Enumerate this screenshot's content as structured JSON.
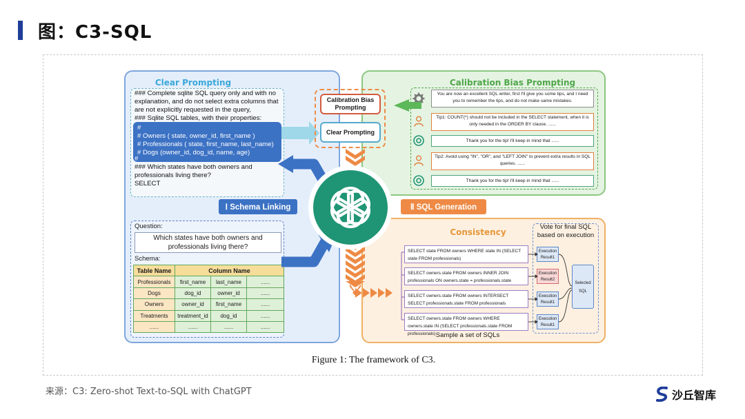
{
  "slide": {
    "title": "图：C3-SQL",
    "source": "来源：C3: Zero-shot Text-to-SQL with ChatGPT",
    "brand": "沙丘智库"
  },
  "figure": {
    "caption": "Figure 1: The framework of C3.",
    "clear_prompting": {
      "title": "Clear Prompting",
      "prompt_lines": [
        "### Complete sqlite SQL query only and with no",
        "explanation, and do not select extra columns that",
        "are not explicitly requested in the query,",
        "### Sqlite SQL tables, with their properties:"
      ],
      "schema_lines": [
        "#",
        "# Owners ( state, owner_id, first_name )",
        "# Professionals ( state, first_name, last_name)",
        "# Dogs (owner_id, dog_id, name, age)",
        "#"
      ],
      "tail_lines": [
        "### Which states have both owners and",
        "professionals living there?",
        "SELECT"
      ],
      "schema_linking_label": "Ⅰ Schema Linking",
      "question_label": "Question:",
      "question_text": "Which states have both owners and professionals living there?",
      "schema_label": "Schema:",
      "table_header": [
        "Table Name",
        "Column Name"
      ],
      "table_rows": [
        [
          "Professionals",
          "first_name",
          "last_name",
          "......"
        ],
        [
          "Dogs",
          "dog_id",
          "owner_id",
          "......"
        ],
        [
          "Owners",
          "owner_id",
          "first_name",
          "......"
        ],
        [
          "Treatments",
          "treatment_id",
          "dog_id",
          "......"
        ],
        [
          "......",
          "......",
          "......",
          "......"
        ]
      ]
    },
    "center": {
      "calibration_card": "Calibration Bias Prompting",
      "clear_card": "Clear Prompting",
      "sql_generation_label": "Ⅱ SQL Generation"
    },
    "calibration": {
      "title": "Calibration Bias Prompting",
      "messages": [
        {
          "role": "system",
          "icon": "gear-icon",
          "text": "You are now an excellent SQL writer, first I'll give you some tips, and I need you to remember the tips, and do not make same mistakes."
        },
        {
          "role": "user",
          "icon": "user-icon",
          "text": "Tip1: COUNT(*) should not be included in the SELECT statement, when it is only needed in the ORDER BY clause. ......"
        },
        {
          "role": "assistant",
          "icon": "openai-icon",
          "text": "Thank you for the tip! I'll keep in mind that ......"
        },
        {
          "role": "user",
          "icon": "user-icon",
          "text": "Tip2: Avoid using \"IN\", \"OR\", and \"LEFT JOIN\" to prevent extra results in SQL queries. ......"
        },
        {
          "role": "assistant",
          "icon": "openai-icon",
          "text": "Thank you for the tip! I'll keep in mind that ......"
        }
      ]
    },
    "consistency": {
      "title": "Consistency",
      "vote_label": "Vote for final SQL based on execution",
      "sqls": [
        "SELECT state FROM owners WHERE state IN (SELECT state FROM professionals)",
        "SELECT owners.state FROM owners INNER JOIN professionals ON owners.state = professionals.state",
        "SELECT owners.state FROM owners INTERSECT SELECT professionals.state FROM professionals",
        "SELECT owners.state FROM owners WHERE owners.state IN (SELECT professionals.state FROM professionals)"
      ],
      "results": [
        "Execution Result1",
        "Execution Result2",
        "Execution Result1",
        "Execution Result1"
      ],
      "selected": "Selected SQL",
      "sample_label": "Sample a set of SQLs"
    }
  },
  "colors": {
    "title_bar": "#1f3d99",
    "clear_panel": "#e4eefb",
    "calibration_panel": "#e5f3e2",
    "consistency_panel": "#fdf0e1",
    "schema_linking_chip": "#3c72c4",
    "sql_generation_chip": "#ee8a45",
    "openai_green": "#1f9575"
  }
}
